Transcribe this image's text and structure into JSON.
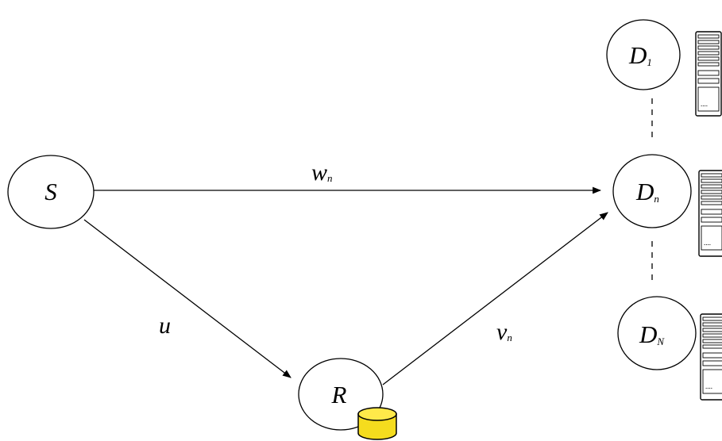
{
  "nodes": {
    "source": {
      "main": "S",
      "sub": ""
    },
    "relay": {
      "main": "R",
      "sub": ""
    },
    "dest_1": {
      "main": "D",
      "sub": "1"
    },
    "dest_n": {
      "main": "D",
      "sub": "n"
    },
    "dest_N": {
      "main": "D",
      "sub": "N"
    }
  },
  "edges": {
    "s_to_dn": {
      "main": "w",
      "sub": "n"
    },
    "s_to_r": {
      "main": "u",
      "sub": ""
    },
    "r_to_dn": {
      "main": "v",
      "sub": "n"
    }
  },
  "icons": {
    "server": "server-tower-icon",
    "storage": "database-cylinder-icon"
  },
  "colors": {
    "storage_fill": "#f5dc1e",
    "storage_top": "#ffe94a",
    "line": "#000000"
  }
}
